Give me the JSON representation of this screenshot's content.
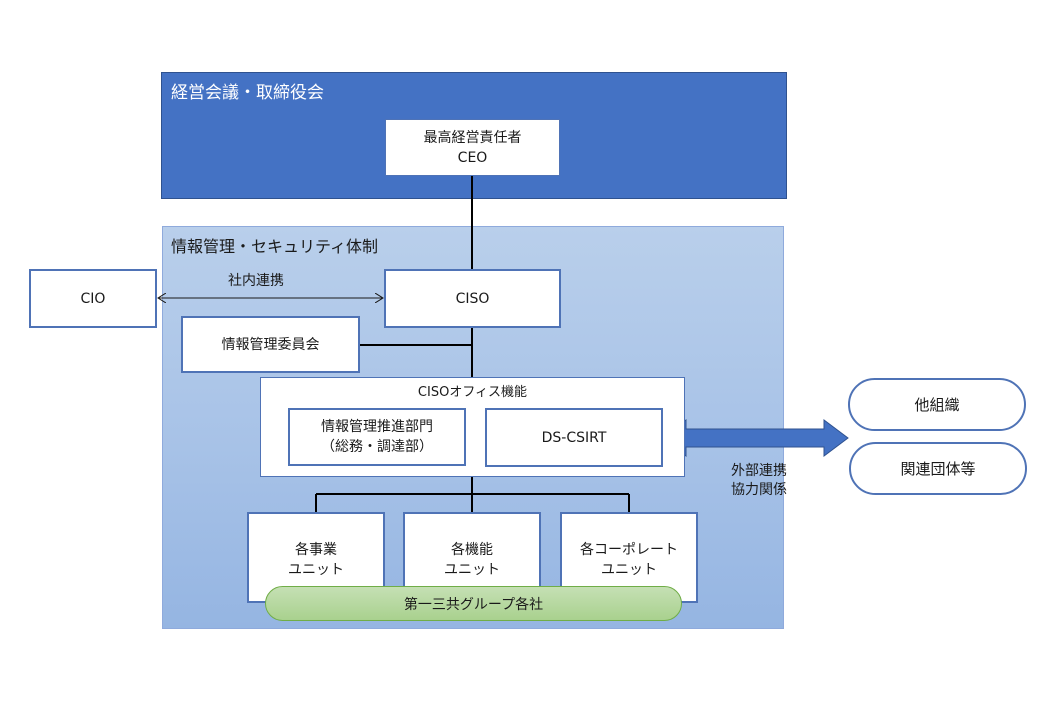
{
  "board": {
    "title": "経営会議・取締役会"
  },
  "ceo": {
    "line1": "最高経営責任者",
    "line2": "CEO"
  },
  "security": {
    "title": "情報管理・セキュリティ体制"
  },
  "ciso": {
    "label": "CISO"
  },
  "cio": {
    "label": "CIO"
  },
  "internal_link": {
    "label": "社内連携"
  },
  "committee": {
    "label": "情報管理委員会"
  },
  "ciso_office": {
    "title": "CISOオフィス機能",
    "promotion": {
      "line1": "情報管理推進部門",
      "line2": "（総務・調達部）"
    },
    "csirt": {
      "label": "DS-CSIRT"
    }
  },
  "units": [
    {
      "line1": "各事業",
      "line2": "ユニット"
    },
    {
      "line1": "各機能",
      "line2": "ユニット"
    },
    {
      "line1": "各コーポレート",
      "line2": "ユニット"
    }
  ],
  "group": {
    "label": "第一三共グループ各社"
  },
  "external_link": {
    "line1": "外部連携",
    "line2": "協力関係"
  },
  "external": [
    {
      "label": "他組織"
    },
    {
      "label": "関連団体等"
    }
  ],
  "colors": {
    "board": "#4472c4",
    "section": "#a9c4e8",
    "box_border": "#4f73b6",
    "arrow": "#4472c4",
    "group_fill": "#a9d18e",
    "group_border": "#70ad47"
  }
}
